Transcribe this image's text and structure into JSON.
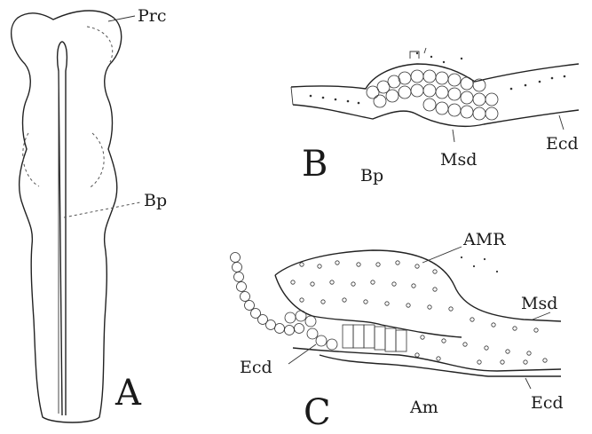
{
  "figure": {
    "panels": [
      {
        "letter": "A",
        "labels": [
          "Prc",
          "Bp"
        ]
      },
      {
        "letter": "B",
        "labels": [
          "Ecd",
          "Bp",
          "Msd"
        ]
      },
      {
        "letter": "C",
        "labels": [
          "AMR",
          "Msd",
          "Ecd",
          "Am",
          "Ecd"
        ]
      }
    ]
  }
}
